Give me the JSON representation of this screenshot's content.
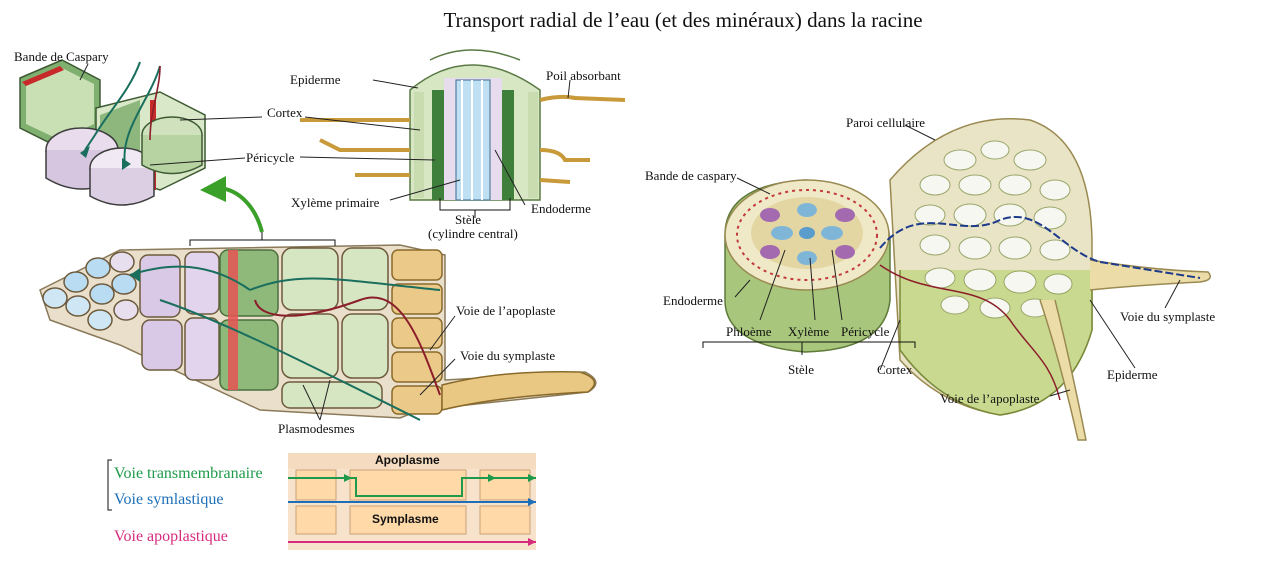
{
  "title": "Transport radial de l’eau (et des minéraux) dans la racine",
  "labels": {
    "bande_caspary_left": "Bande de Caspary",
    "epiderme_top": "Epiderme",
    "poil_absorbant": "Poil absorbant",
    "cortex_top": "Cortex",
    "pericycle_top": "Péricycle",
    "xyleme_primaire": "Xylème primaire",
    "stele_top": "Stèle",
    "cylindre_central": "(cylindre central)",
    "endoderme_top": "Endoderme",
    "voie_apoplaste_left": "Voie de l’apoplaste",
    "voie_symplaste_left": "Voie du symplaste",
    "plasmodesmes": "Plasmodesmes",
    "paroi_cellulaire": "Paroi cellulaire",
    "bande_caspary_right": "Bande de caspary",
    "endoderme_right": "Endoderme",
    "phloeme": "Phloème",
    "xyleme": "Xylème",
    "pericycle_right": "Péricycle",
    "stele_right": "Stèle",
    "cortex_right": "Cortex",
    "voie_symplaste_right": "Voie du symplaste",
    "epiderme_right": "Epiderme",
    "voie_apoplaste_right": "Voie de l’apoplaste"
  },
  "legend": {
    "transmembranaire": "Voie transmembranaire",
    "symplastique": "Voie symlastique",
    "apoplastique": "Voie apoplastique",
    "apoplasme": "Apoplasme",
    "symplasme": "Symplasme"
  },
  "colors": {
    "transmembranaire": "#1f9a4a",
    "symplastique": "#1e6fb8",
    "apoplastique": "#d62c7e",
    "casparian": "#d63a3a",
    "cortex": "#dbe8c8",
    "endoderme": "#8fb97a",
    "epiderme": "#e8cf8a",
    "xylem": "#a9d3ee",
    "pericycle": "#d9c8e3"
  }
}
